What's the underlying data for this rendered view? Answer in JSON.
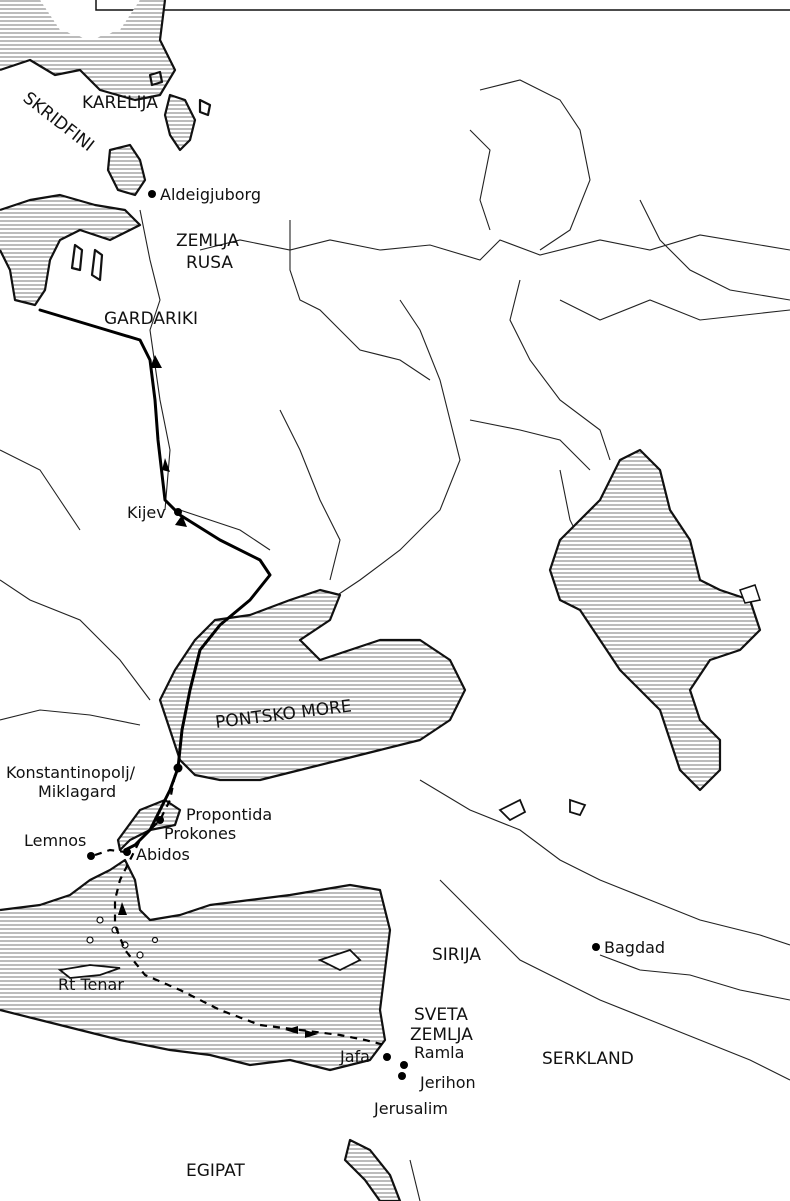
{
  "colors": {
    "ink": "#111111",
    "paper": "#ffffff"
  },
  "map": {
    "regions": {
      "karelija": "KARELIJA",
      "skridfini": "SKRIDFINI",
      "zemlja_1": "ZEMLJA",
      "zemlja_2": "RUSA",
      "gardariki": "GARDARIKI",
      "pontsko_more": "PONTSKO MORE",
      "sirija": "SIRIJA",
      "sveta_1": "SVETA",
      "sveta_2": "ZEMLJA",
      "serkland": "SERKLAND",
      "egipat": "EGIPAT"
    },
    "cities": {
      "aldeigjuborg": "Aldeigjuborg",
      "kijev": "Kijev",
      "konst_1": "Konstantinopolj/",
      "konst_2": "Miklagard",
      "propontida": "Propontida",
      "prokones": "Prokones",
      "lemnos": "Lemnos",
      "abidos": "Abidos",
      "rt_tenar": "Rt Tenar",
      "bagdad": "Bagdad",
      "jafa": "Jafa",
      "ramla": "Ramla",
      "jerihon": "Jerihon",
      "jerusalim": "Jerusalim"
    }
  }
}
